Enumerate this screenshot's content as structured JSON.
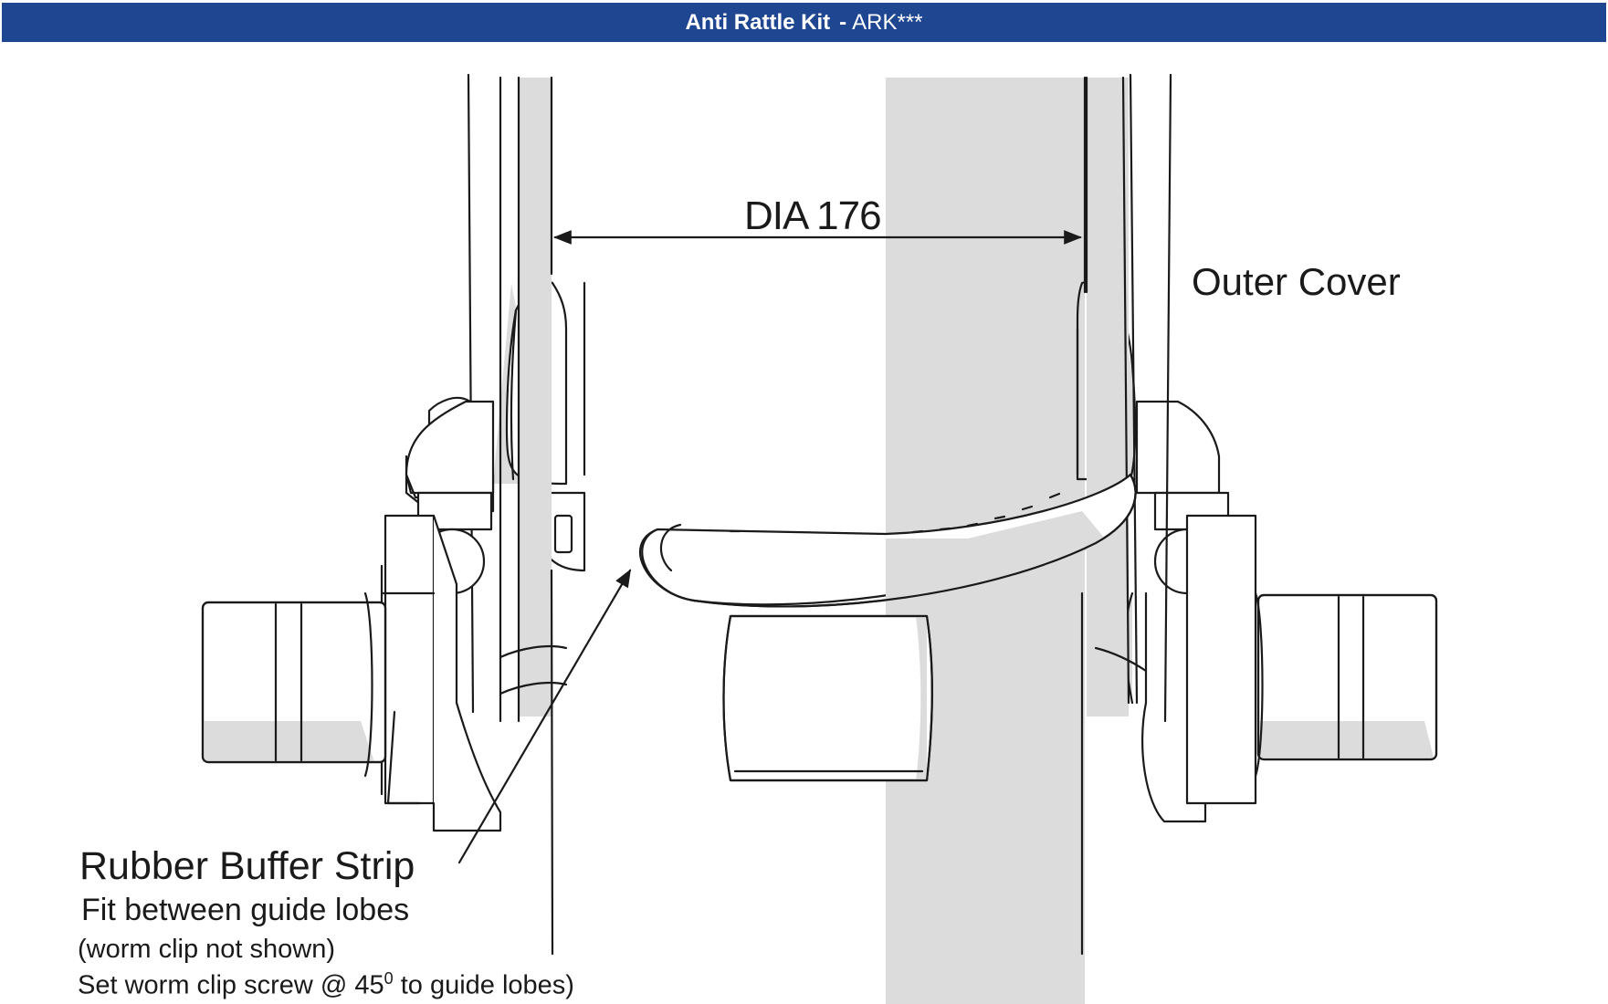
{
  "header": {
    "title": "Anti Rattle Kit",
    "separator": "-",
    "code": "ARK***"
  },
  "labels": {
    "dimension": "DIA 176",
    "outer_cover": "Outer Cover",
    "rubber_buffer": "Rubber Buffer Strip",
    "fit_instruction": "Fit between guide lobes",
    "worm_note": "(worm clip not shown)",
    "set_prefix": "Set worm clip screw @ 45",
    "set_superscript": "0",
    "set_suffix": " to guide lobes)"
  },
  "colors": {
    "header_bg": "#1f4690",
    "shade": "#dcdcdc",
    "line": "#1a1a1a"
  }
}
